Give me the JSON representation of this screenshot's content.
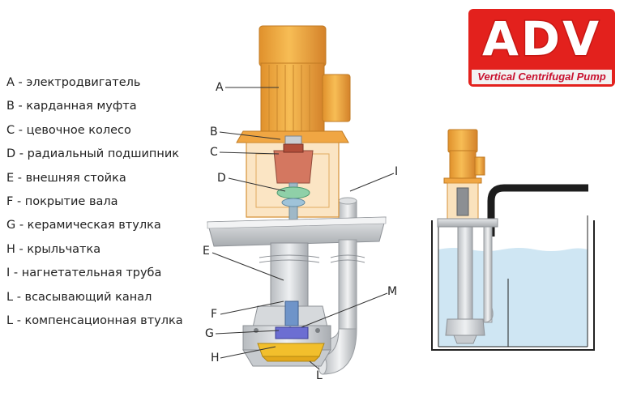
{
  "logo": {
    "brand": "ADV",
    "subtitle": "Vertical Centrifugal Pump"
  },
  "legend": [
    {
      "letter": "A",
      "text": "A - электродвигатель"
    },
    {
      "letter": "B",
      "text": "B - карданная муфта"
    },
    {
      "letter": "C",
      "text": "C - цевочное колесо"
    },
    {
      "letter": "D",
      "text": "D - радиальный подшипник"
    },
    {
      "letter": "E",
      "text": "E - внешняя стойка"
    },
    {
      "letter": "F",
      "text": "F - покрытие вала"
    },
    {
      "letter": "G",
      "text": "G - керамическая втулка"
    },
    {
      "letter": "H",
      "text": "H - крыльчатка"
    },
    {
      "letter": "I",
      "text": "I - нагнетательная труба"
    },
    {
      "letter": "L",
      "text": "L - всасывающий канал"
    },
    {
      "letter": "L",
      "text": "L - компенсационная втулка"
    }
  ],
  "callouts": {
    "A": "A",
    "B": "B",
    "C": "C",
    "D": "D",
    "E": "E",
    "F": "F",
    "G": "G",
    "H": "H",
    "I": "I",
    "L": "L",
    "M": "M"
  },
  "colors": {
    "motor": "#f2a93b",
    "motor_dark": "#d9882a",
    "water": "#cfe6f3",
    "logo_red": "#e3211d",
    "pipe_black": "#1d1d1d"
  }
}
